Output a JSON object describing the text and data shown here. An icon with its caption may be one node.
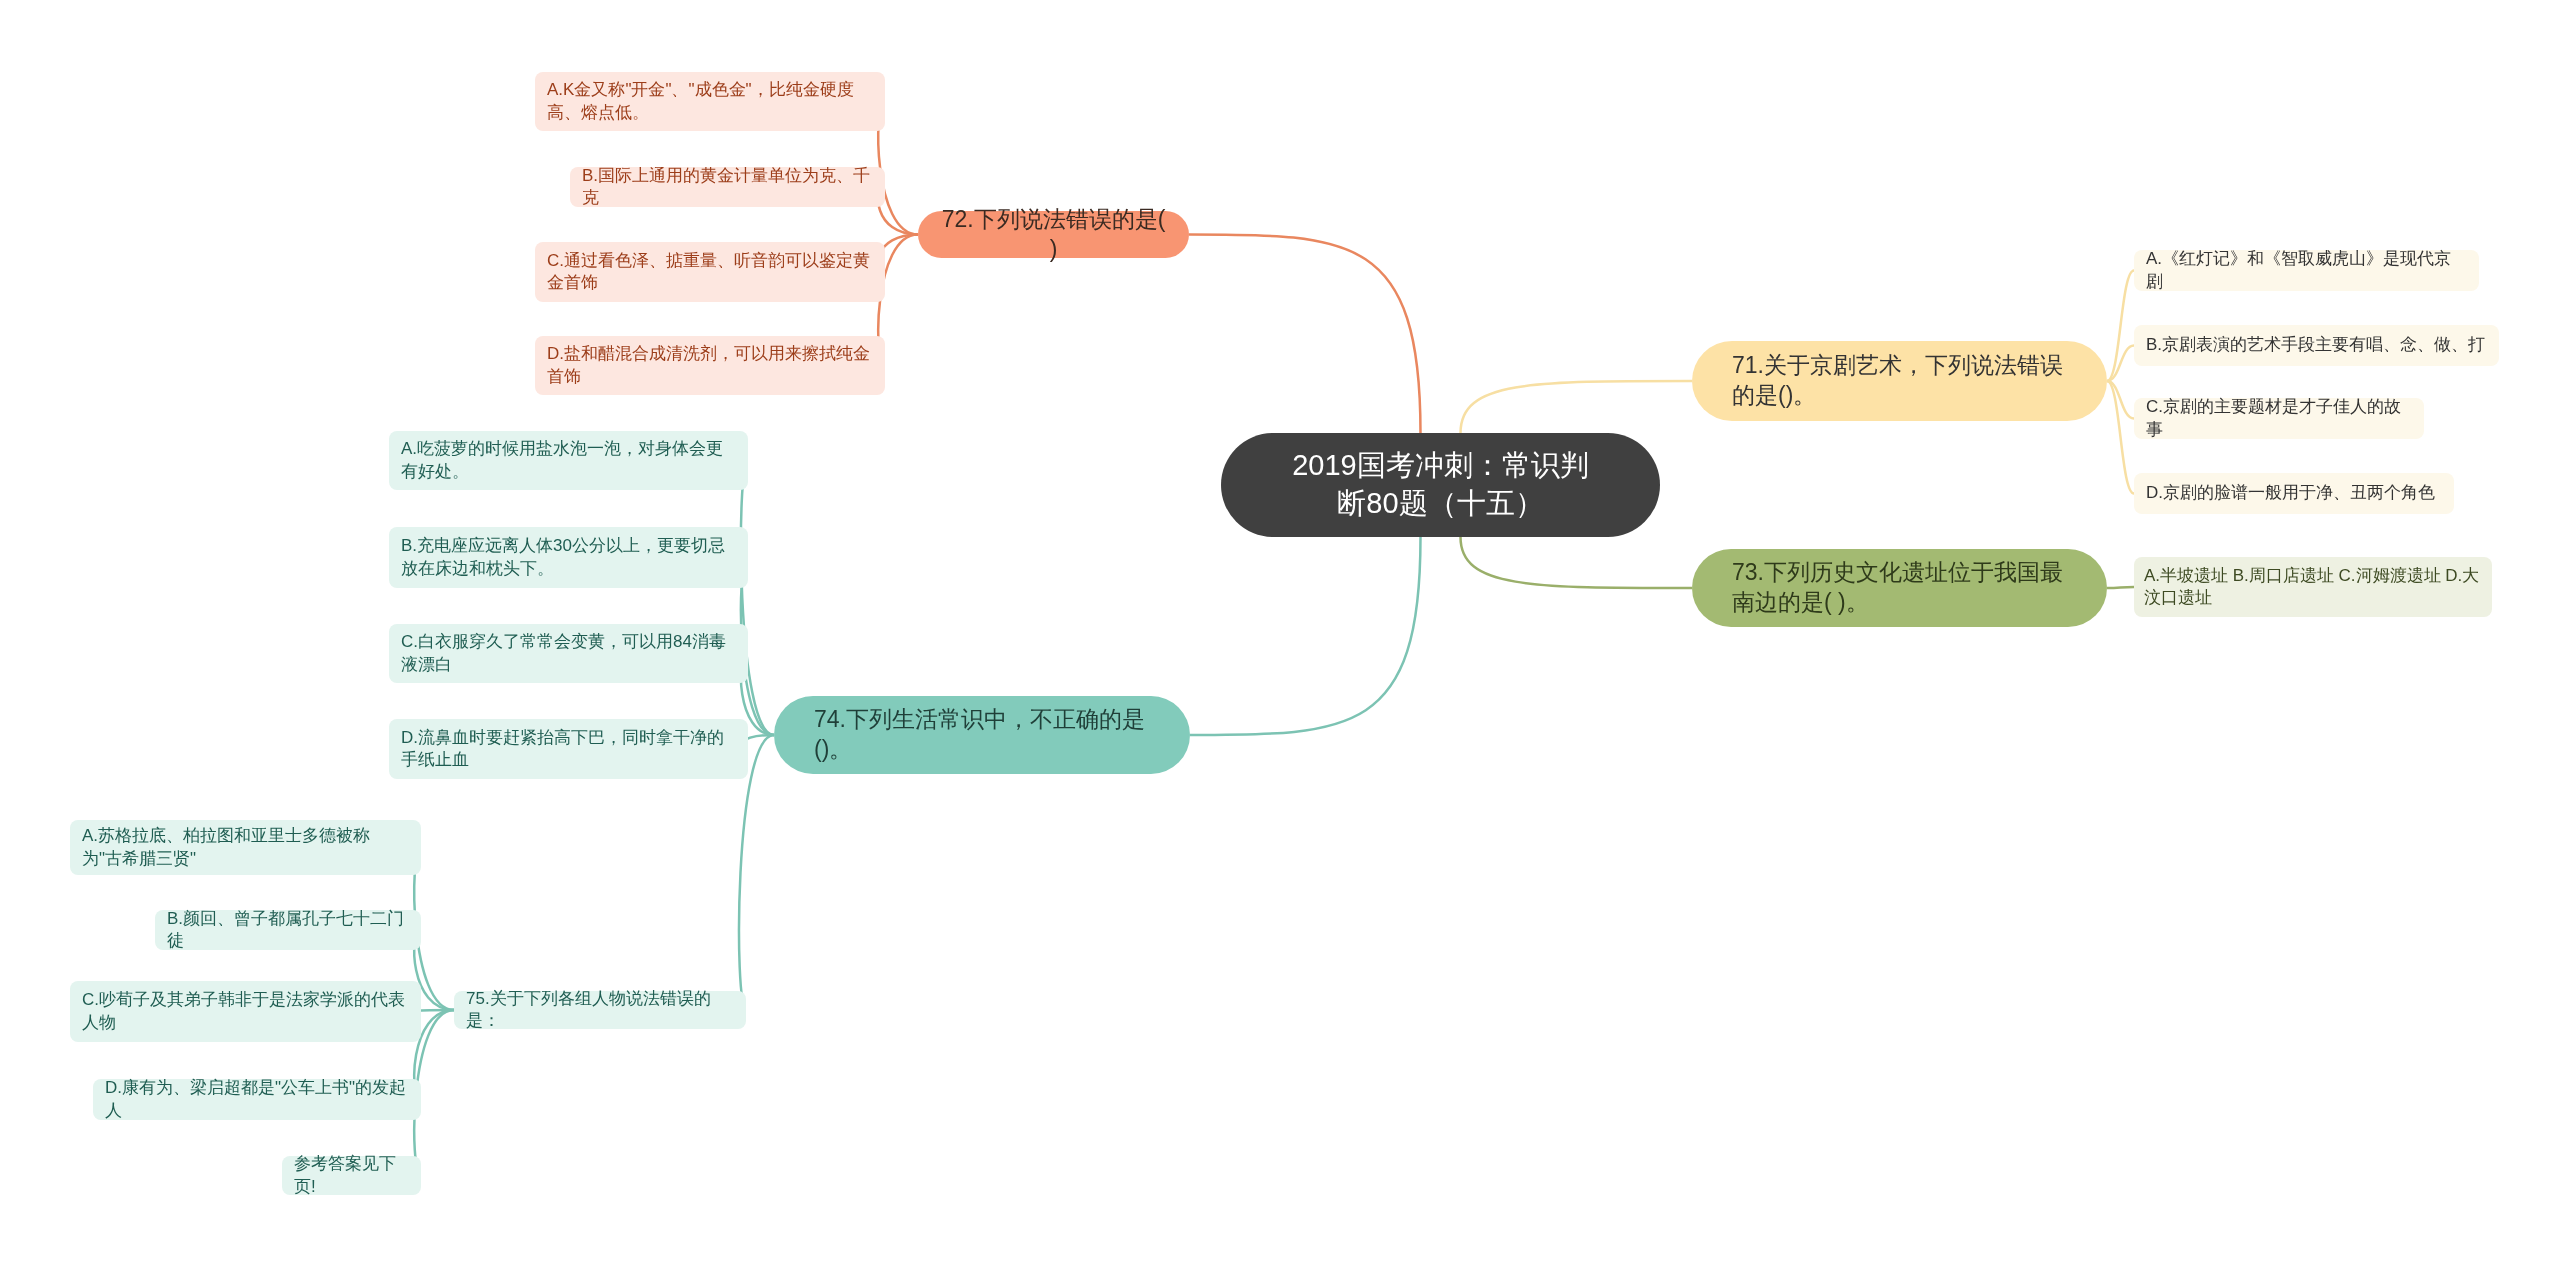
{
  "diagram": {
    "nodes": [
      {
        "text": [
          "2019国考冲刺：常识判断80题（十五）"
        ]
      },
      {
        "text": [
          "72.下列说法错误的是( )"
        ]
      },
      {
        "text": [
          "A.K金又称\"开金\"、\"成色金\"，比纯金硬度高、熔点低。"
        ]
      },
      {
        "text": [
          "B.国际上通用的黄金计量单位为克、千克"
        ]
      },
      {
        "text": [
          "C.通过看色泽、掂重量、听音韵可以鉴定黄金首饰"
        ]
      },
      {
        "text": [
          "D.盐和醋混合成清洗剂，可以用来擦拭纯金首饰"
        ]
      },
      {
        "text": [
          "71.关于京剧艺术，下列说法错误的是()。"
        ]
      },
      {
        "text": [
          "A.《红灯记》和《智取威虎山》是现代京剧"
        ]
      },
      {
        "text": [
          "B.京剧表演的艺术手段主要有唱、念、做、打"
        ]
      },
      {
        "text": [
          "C.京剧的主要题材是才子佳人的故事"
        ]
      },
      {
        "text": [
          "D.京剧的脸谱一般用于净、丑两个角色"
        ]
      },
      {
        "text": [
          "73.下列历史文化遗址位于我国最南边的是( )。"
        ]
      },
      {
        "text": [
          "A.半坡遗址 B.周口店遗址 C.河姆渡遗址 D.大汶口遗址"
        ]
      },
      {
        "text": [
          "74.下列生活常识中，不正确的是()。"
        ]
      },
      {
        "text": [
          "A.吃菠萝的时候用盐水泡一泡，对身体会更有好处。"
        ]
      },
      {
        "text": [
          "B.充电座应远离人体30公分以上，更要切忌放在床边和枕头下。"
        ]
      },
      {
        "text": [
          "C.白衣服穿久了常常会变黄，可以用84消毒液漂白"
        ]
      },
      {
        "text": [
          "D.流鼻血时要赶紧抬高下巴，同时拿干净的手纸止血"
        ]
      },
      {
        "text": [
          "75.关于下列各组人物说法错误的是："
        ]
      },
      {
        "text": [
          "A.苏格拉底、柏拉图和亚里士多德被称为\"古希腊三贤\""
        ]
      },
      {
        "text": [
          "B.颜回、曾子都属孔子七十二门徒"
        ]
      },
      {
        "text": [
          "C.吵荀子及其弟子韩非于是法家学派的代表人物"
        ]
      },
      {
        "text": [
          "D.康有为、梁启超都是\"公车上书\"的发起人"
        ]
      },
      {
        "text": [
          "参考答案见下页!"
        ]
      }
    ],
    "edges": [
      {
        "from": 0,
        "to": 1,
        "arrow": "none",
        "color": "#e9875f"
      },
      {
        "from": 1,
        "to": 2,
        "arrow": "none",
        "color": "#e9875f"
      },
      {
        "from": 1,
        "to": 3,
        "arrow": "none",
        "color": "#e9875f"
      },
      {
        "from": 1,
        "to": 4,
        "arrow": "none",
        "color": "#e9875f"
      },
      {
        "from": 1,
        "to": 5,
        "arrow": "none",
        "color": "#e9875f"
      },
      {
        "from": 0,
        "to": 6,
        "arrow": "none",
        "color": "#f7dfa3"
      },
      {
        "from": 6,
        "to": 7,
        "arrow": "none",
        "color": "#f7dfa3"
      },
      {
        "from": 6,
        "to": 8,
        "arrow": "none",
        "color": "#f7dfa3"
      },
      {
        "from": 6,
        "to": 9,
        "arrow": "none",
        "color": "#f7dfa3"
      },
      {
        "from": 6,
        "to": 10,
        "arrow": "none",
        "color": "#f7dfa3"
      },
      {
        "from": 0,
        "to": 11,
        "arrow": "none",
        "color": "#9aaf6a"
      },
      {
        "from": 11,
        "to": 12,
        "arrow": "none",
        "color": "#9aaf6a"
      },
      {
        "from": 0,
        "to": 13,
        "arrow": "none"
      },
      {
        "from": 13,
        "to": 14,
        "arrow": "none"
      },
      {
        "from": 13,
        "to": 15,
        "arrow": "none"
      },
      {
        "from": 13,
        "to": 16,
        "arrow": "none"
      },
      {
        "from": 13,
        "to": 17,
        "arrow": "none"
      },
      {
        "from": 13,
        "to": 18,
        "arrow": "none"
      },
      {
        "from": 18,
        "to": 19,
        "arrow": "none"
      },
      {
        "from": 18,
        "to": 20,
        "arrow": "none"
      },
      {
        "from": 18,
        "to": 21,
        "arrow": "none"
      },
      {
        "from": 18,
        "to": 22,
        "arrow": "none"
      },
      {
        "from": 18,
        "to": 23,
        "arrow": "none"
      }
    ]
  }
}
